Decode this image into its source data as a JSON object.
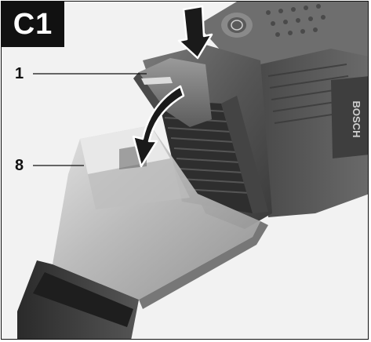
{
  "figure": {
    "label": "C1",
    "callouts": [
      {
        "number": "1"
      },
      {
        "number": "8"
      }
    ],
    "brand_marking": "BOSCH"
  },
  "colors": {
    "badge_background": "#111111",
    "badge_text": "#ffffff",
    "housing": "#5a5a5a",
    "filter": "#2f2f2f",
    "container": "#c8c8c8",
    "arrow_fill": "#1a1a1a"
  },
  "icons": {
    "press_arrow": "arrow-down-icon",
    "swing_arrow": "curved-arrow-icon"
  }
}
